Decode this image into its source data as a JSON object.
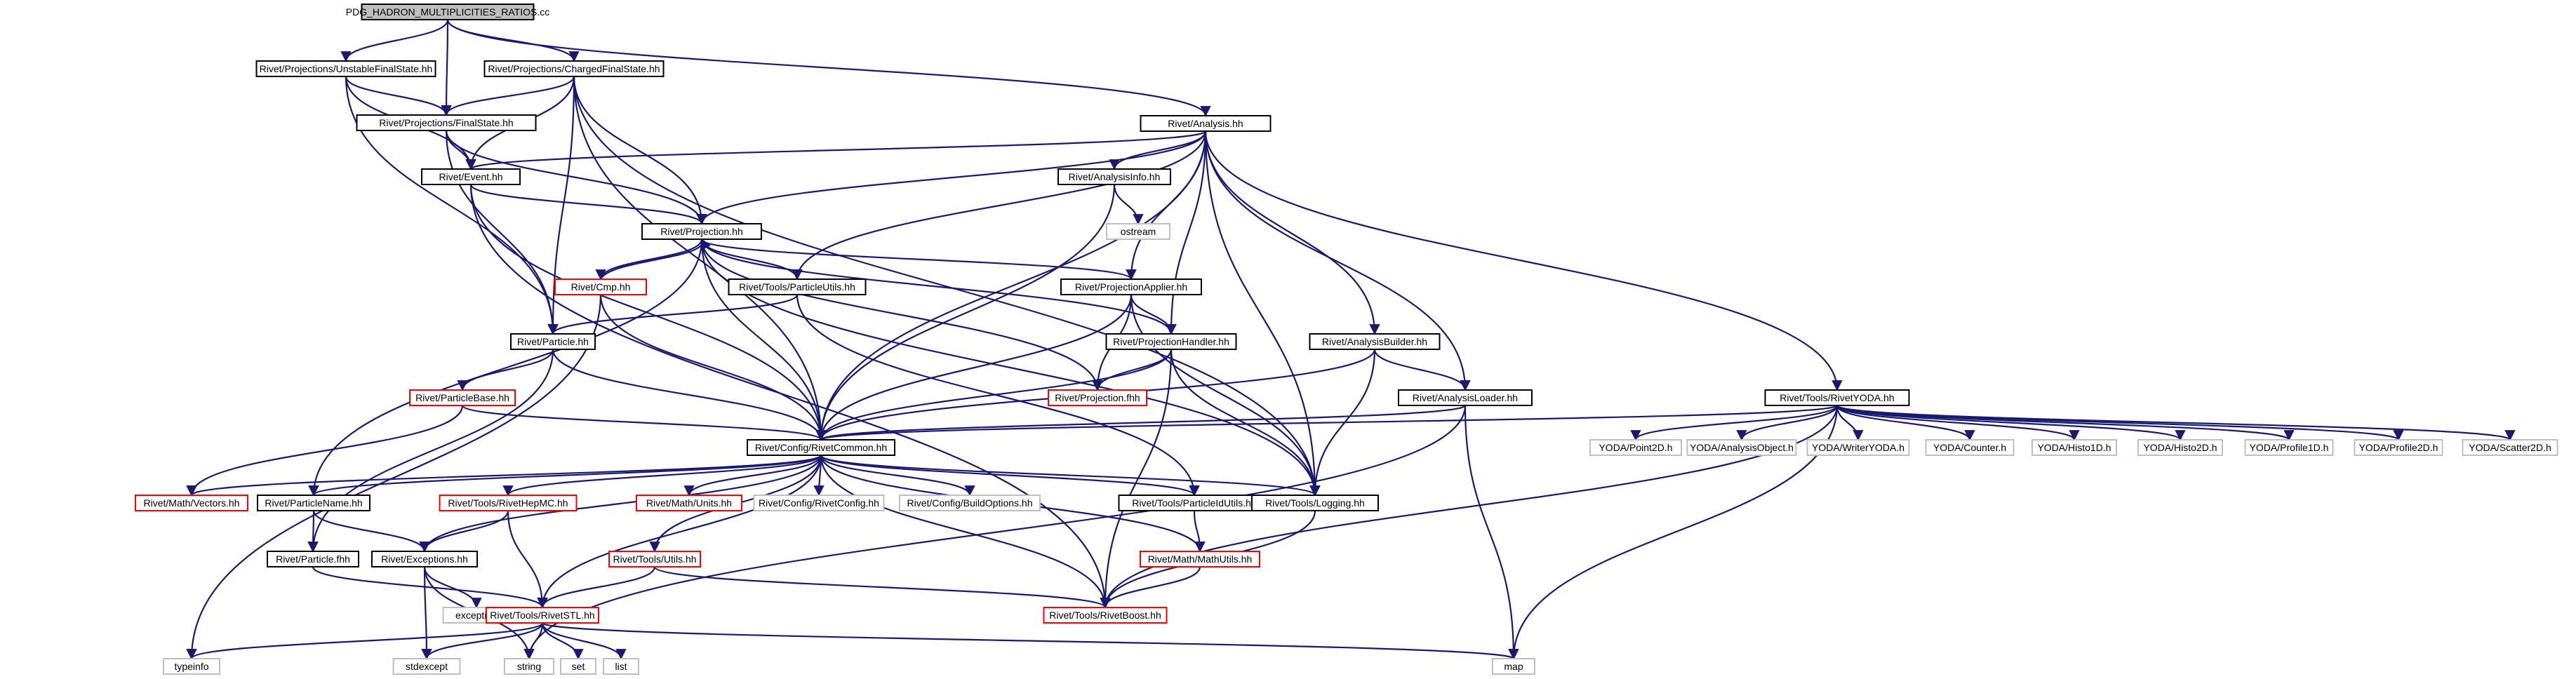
{
  "graph": {
    "colors": {
      "edge": "#191970",
      "root_fill": "#bfbfbf",
      "root_border": "#000000",
      "normal_border": "#000000",
      "truncated_border": "#ff0000",
      "external_border": "#bfbfbf",
      "external_text": "#6f6f6f",
      "background": "#ffffff"
    },
    "nodes": [
      {
        "id": "root",
        "label": "PDG_HADRON_MULTIPLICITIES_RATIOS.cc",
        "kind": "root"
      },
      {
        "id": "ufs",
        "label": "Rivet/Projections/UnstableFinalState.hh",
        "kind": "normal"
      },
      {
        "id": "cfs",
        "label": "Rivet/Projections/ChargedFinalState.hh",
        "kind": "normal"
      },
      {
        "id": "ana",
        "label": "Rivet/Analysis.hh",
        "kind": "normal"
      },
      {
        "id": "fs",
        "label": "Rivet/Projections/FinalState.hh",
        "kind": "normal"
      },
      {
        "id": "event",
        "label": "Rivet/Event.hh",
        "kind": "normal"
      },
      {
        "id": "proj",
        "label": "Rivet/Projection.hh",
        "kind": "normal"
      },
      {
        "id": "ainfo",
        "label": "Rivet/AnalysisInfo.hh",
        "kind": "normal"
      },
      {
        "id": "ostream",
        "label": "ostream",
        "kind": "external"
      },
      {
        "id": "cmp",
        "label": "Rivet/Cmp.hh",
        "kind": "truncated"
      },
      {
        "id": "pu",
        "label": "Rivet/Tools/ParticleUtils.hh",
        "kind": "normal"
      },
      {
        "id": "papp",
        "label": "Rivet/ProjectionApplier.hh",
        "kind": "normal"
      },
      {
        "id": "particle",
        "label": "Rivet/Particle.hh",
        "kind": "normal"
      },
      {
        "id": "phand",
        "label": "Rivet/ProjectionHandler.hh",
        "kind": "normal"
      },
      {
        "id": "abuild",
        "label": "Rivet/AnalysisBuilder.hh",
        "kind": "normal"
      },
      {
        "id": "pbase",
        "label": "Rivet/ParticleBase.hh",
        "kind": "truncated"
      },
      {
        "id": "pfhh",
        "label": "Rivet/Projection.fhh",
        "kind": "truncated"
      },
      {
        "id": "aload",
        "label": "Rivet/AnalysisLoader.hh",
        "kind": "normal"
      },
      {
        "id": "ryoda",
        "label": "Rivet/Tools/RivetYODA.hh",
        "kind": "normal"
      },
      {
        "id": "common",
        "label": "Rivet/Config/RivetCommon.hh",
        "kind": "normal"
      },
      {
        "id": "yp2d",
        "label": "YODA/Point2D.h",
        "kind": "external"
      },
      {
        "id": "yao",
        "label": "YODA/AnalysisObject.h",
        "kind": "external"
      },
      {
        "id": "ywy",
        "label": "YODA/WriterYODA.h",
        "kind": "external"
      },
      {
        "id": "ycnt",
        "label": "YODA/Counter.h",
        "kind": "external"
      },
      {
        "id": "yh1",
        "label": "YODA/Histo1D.h",
        "kind": "external"
      },
      {
        "id": "yh2",
        "label": "YODA/Histo2D.h",
        "kind": "external"
      },
      {
        "id": "yp1",
        "label": "YODA/Profile1D.h",
        "kind": "external"
      },
      {
        "id": "ypr2",
        "label": "YODA/Profile2D.h",
        "kind": "external"
      },
      {
        "id": "ys2",
        "label": "YODA/Scatter2D.h",
        "kind": "external"
      },
      {
        "id": "mvec",
        "label": "Rivet/Math/Vectors.hh",
        "kind": "truncated"
      },
      {
        "id": "pname",
        "label": "Rivet/ParticleName.hh",
        "kind": "normal"
      },
      {
        "id": "hepmc",
        "label": "Rivet/Tools/RivetHepMC.hh",
        "kind": "truncated"
      },
      {
        "id": "munits",
        "label": "Rivet/Math/Units.hh",
        "kind": "truncated"
      },
      {
        "id": "rconf",
        "label": "Rivet/Config/RivetConfig.hh",
        "kind": "external"
      },
      {
        "id": "bopt",
        "label": "Rivet/Config/BuildOptions.hh",
        "kind": "external"
      },
      {
        "id": "pidu",
        "label": "Rivet/Tools/ParticleIdUtils.hh",
        "kind": "normal"
      },
      {
        "id": "log",
        "label": "Rivet/Tools/Logging.hh",
        "kind": "normal"
      },
      {
        "id": "pfh",
        "label": "Rivet/Particle.fhh",
        "kind": "normal"
      },
      {
        "id": "exc",
        "label": "Rivet/Exceptions.hh",
        "kind": "normal"
      },
      {
        "id": "tutil",
        "label": "Rivet/Tools/Utils.hh",
        "kind": "truncated"
      },
      {
        "id": "mutil",
        "label": "Rivet/Math/MathUtils.hh",
        "kind": "truncated"
      },
      {
        "id": "exception",
        "label": "exception",
        "kind": "external"
      },
      {
        "id": "stl",
        "label": "Rivet/Tools/RivetSTL.hh",
        "kind": "truncated"
      },
      {
        "id": "boost",
        "label": "Rivet/Tools/RivetBoost.hh",
        "kind": "truncated"
      },
      {
        "id": "typeinfo",
        "label": "typeinfo",
        "kind": "external"
      },
      {
        "id": "stdexcept",
        "label": "stdexcept",
        "kind": "external"
      },
      {
        "id": "string",
        "label": "string",
        "kind": "external"
      },
      {
        "id": "set",
        "label": "set",
        "kind": "external"
      },
      {
        "id": "list",
        "label": "list",
        "kind": "external"
      },
      {
        "id": "map",
        "label": "map",
        "kind": "external"
      }
    ],
    "edges": [
      [
        "root",
        "ufs"
      ],
      [
        "root",
        "cfs"
      ],
      [
        "root",
        "fs"
      ],
      [
        "root",
        "ana"
      ],
      [
        "ufs",
        "fs"
      ],
      [
        "ufs",
        "event"
      ],
      [
        "ufs",
        "particle"
      ],
      [
        "cfs",
        "fs"
      ],
      [
        "cfs",
        "event"
      ],
      [
        "cfs",
        "proj"
      ],
      [
        "cfs",
        "particle"
      ],
      [
        "cfs",
        "common"
      ],
      [
        "cfs",
        "log"
      ],
      [
        "fs",
        "event"
      ],
      [
        "fs",
        "proj"
      ],
      [
        "fs",
        "particle"
      ],
      [
        "ana",
        "event"
      ],
      [
        "ana",
        "proj"
      ],
      [
        "ana",
        "ainfo"
      ],
      [
        "ana",
        "pu"
      ],
      [
        "ana",
        "papp"
      ],
      [
        "ana",
        "phand"
      ],
      [
        "ana",
        "abuild"
      ],
      [
        "ana",
        "aload"
      ],
      [
        "ana",
        "ryoda"
      ],
      [
        "ana",
        "common"
      ],
      [
        "ana",
        "log"
      ],
      [
        "event",
        "proj"
      ],
      [
        "event",
        "common"
      ],
      [
        "event",
        "boost"
      ],
      [
        "ainfo",
        "ostream"
      ],
      [
        "ainfo",
        "common"
      ],
      [
        "proj",
        "cmp"
      ],
      [
        "proj",
        "pu"
      ],
      [
        "proj",
        "papp"
      ],
      [
        "proj",
        "phand"
      ],
      [
        "proj",
        "pfhh"
      ],
      [
        "proj",
        "common"
      ],
      [
        "proj",
        "pname"
      ],
      [
        "proj",
        "log"
      ],
      [
        "cmp",
        "proj"
      ],
      [
        "cmp",
        "common"
      ],
      [
        "cmp",
        "typeinfo"
      ],
      [
        "pu",
        "particle"
      ],
      [
        "pu",
        "pidu"
      ],
      [
        "papp",
        "phand"
      ],
      [
        "papp",
        "pfhh"
      ],
      [
        "papp",
        "common"
      ],
      [
        "papp",
        "log"
      ],
      [
        "phand",
        "pfhh"
      ],
      [
        "phand",
        "common"
      ],
      [
        "phand",
        "log"
      ],
      [
        "phand",
        "boost"
      ],
      [
        "abuild",
        "aload"
      ],
      [
        "abuild",
        "common"
      ],
      [
        "abuild",
        "log"
      ],
      [
        "aload",
        "common"
      ],
      [
        "aload",
        "map"
      ],
      [
        "aload",
        "string"
      ],
      [
        "particle",
        "pbase"
      ],
      [
        "particle",
        "common"
      ],
      [
        "particle",
        "pfh"
      ],
      [
        "pbase",
        "common"
      ],
      [
        "pbase",
        "mvec"
      ],
      [
        "ryoda",
        "common"
      ],
      [
        "ryoda",
        "yp2d"
      ],
      [
        "ryoda",
        "yao"
      ],
      [
        "ryoda",
        "ywy"
      ],
      [
        "ryoda",
        "ycnt"
      ],
      [
        "ryoda",
        "yh1"
      ],
      [
        "ryoda",
        "yh2"
      ],
      [
        "ryoda",
        "yp1"
      ],
      [
        "ryoda",
        "ypr2"
      ],
      [
        "ryoda",
        "ys2"
      ],
      [
        "ryoda",
        "boost"
      ],
      [
        "ryoda",
        "map"
      ],
      [
        "common",
        "mvec"
      ],
      [
        "common",
        "pname"
      ],
      [
        "common",
        "hepmc"
      ],
      [
        "common",
        "munits"
      ],
      [
        "common",
        "rconf"
      ],
      [
        "common",
        "bopt"
      ],
      [
        "common",
        "pidu"
      ],
      [
        "common",
        "log"
      ],
      [
        "common",
        "exc"
      ],
      [
        "common",
        "tutil"
      ],
      [
        "common",
        "mutil"
      ],
      [
        "common",
        "stl"
      ],
      [
        "common",
        "boost"
      ],
      [
        "pname",
        "pfh"
      ],
      [
        "pname",
        "exc"
      ],
      [
        "hepmc",
        "exc"
      ],
      [
        "hepmc",
        "stl"
      ],
      [
        "pidu",
        "mutil"
      ],
      [
        "log",
        "boost"
      ],
      [
        "pfh",
        "stl"
      ],
      [
        "exc",
        "exception"
      ],
      [
        "exc",
        "stdexcept"
      ],
      [
        "exc",
        "string"
      ],
      [
        "tutil",
        "stl"
      ],
      [
        "tutil",
        "boost"
      ],
      [
        "mutil",
        "boost"
      ],
      [
        "stl",
        "typeinfo"
      ],
      [
        "stl",
        "stdexcept"
      ],
      [
        "stl",
        "string"
      ],
      [
        "stl",
        "set"
      ],
      [
        "stl",
        "list"
      ],
      [
        "stl",
        "map"
      ]
    ]
  }
}
